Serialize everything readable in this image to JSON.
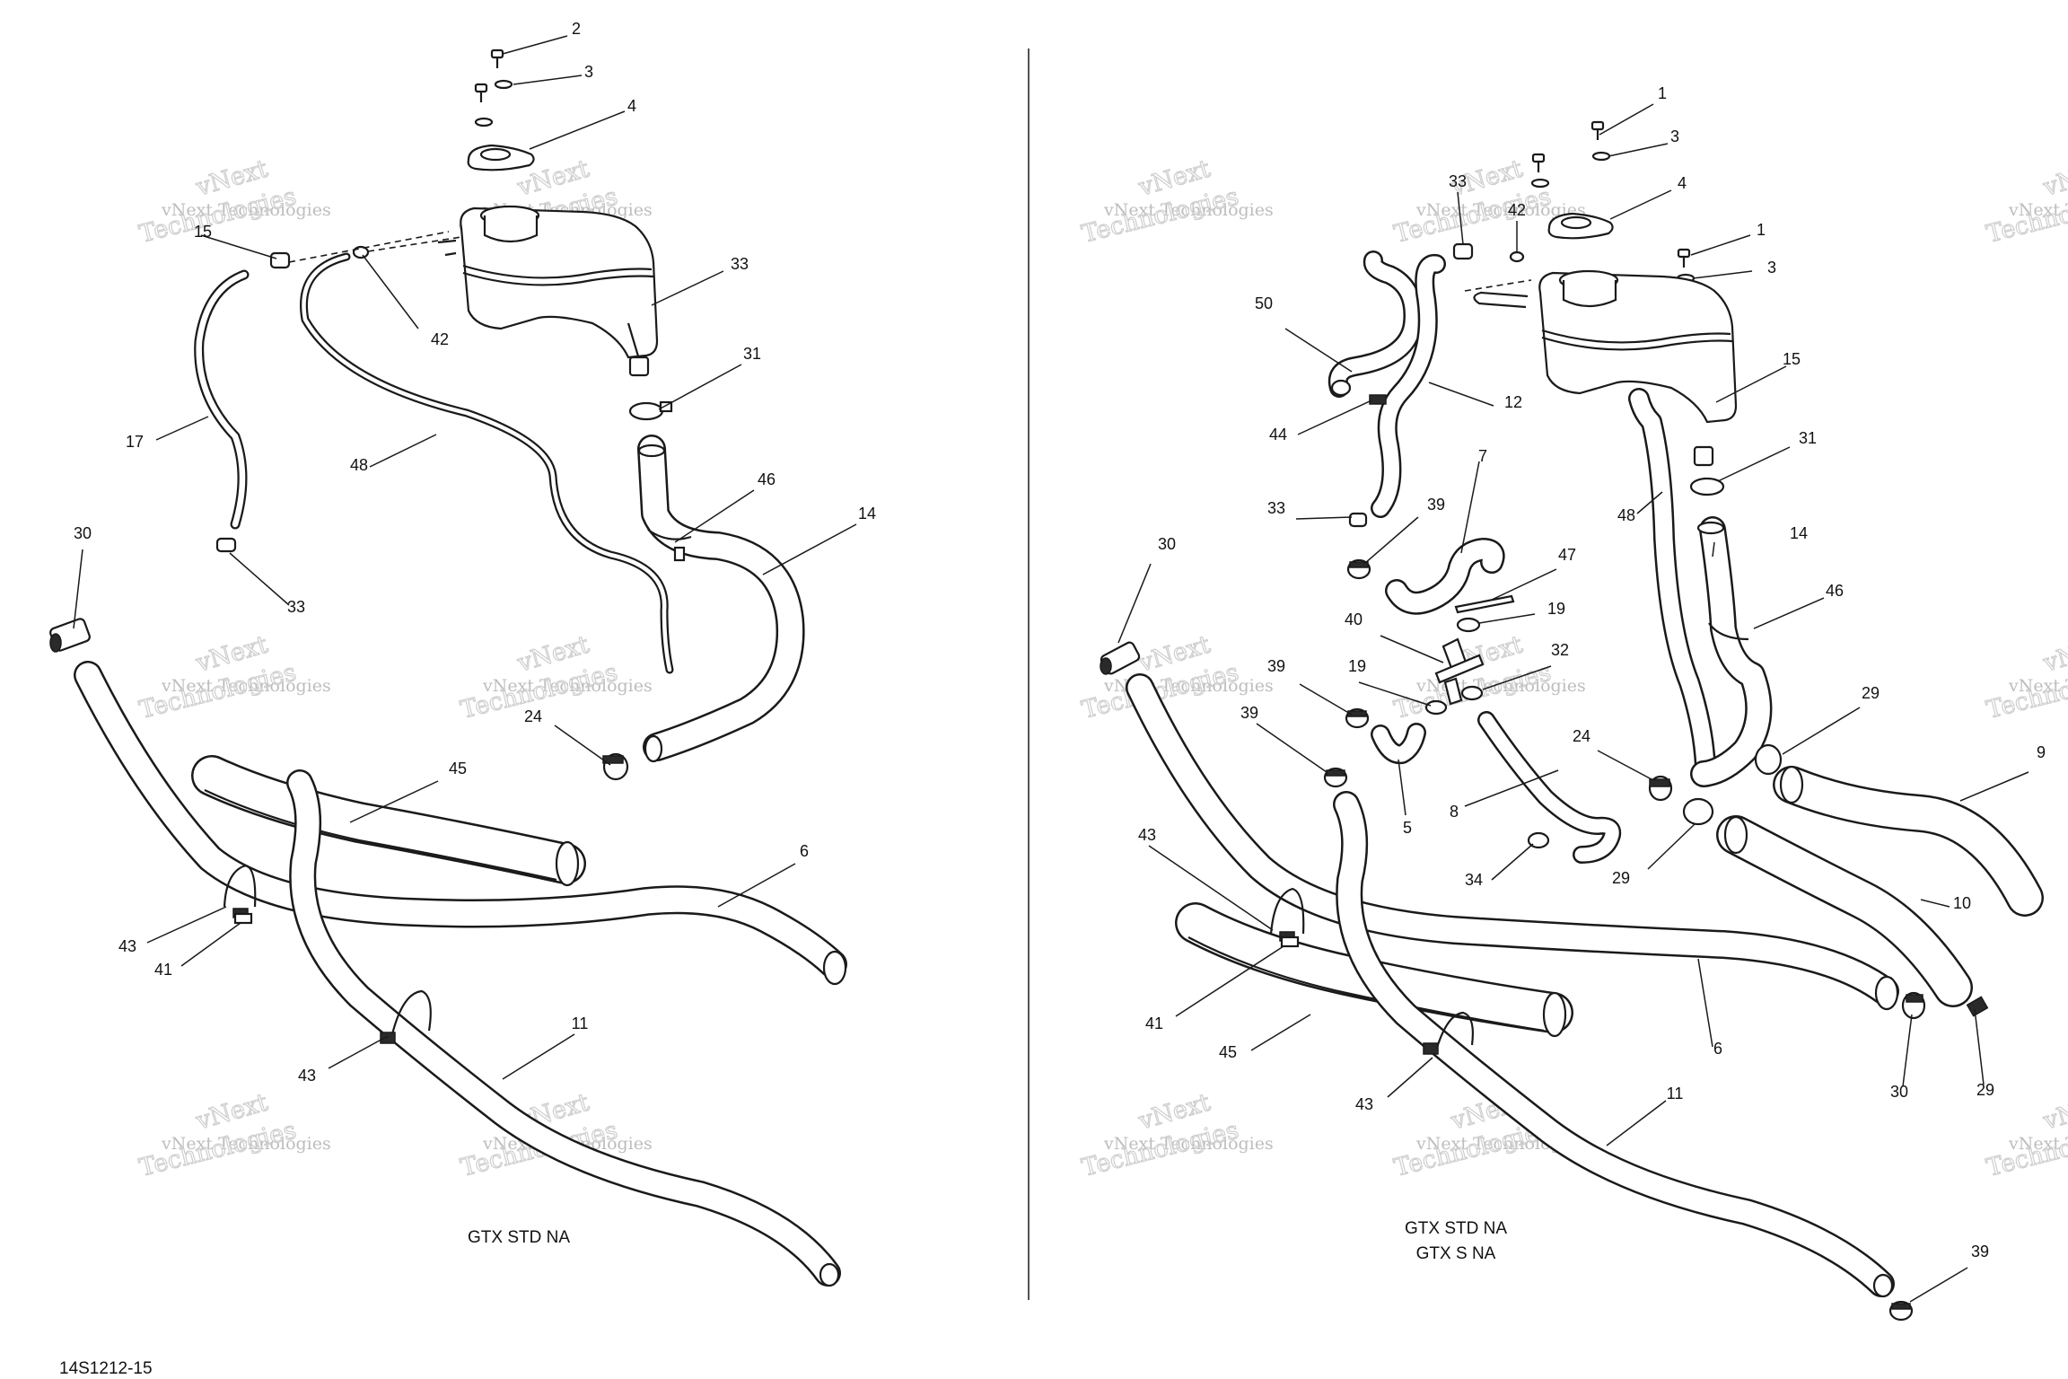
{
  "drawing_id": "14S1212-15",
  "watermark": {
    "line1": "vNext Technologies",
    "line2": "Technologies",
    "line3": "vNext"
  },
  "left_panel": {
    "caption": [
      "GTX STD NA"
    ],
    "callouts": [
      {
        "n": "2"
      },
      {
        "n": "3"
      },
      {
        "n": "4"
      },
      {
        "n": "15"
      },
      {
        "n": "33"
      },
      {
        "n": "42"
      },
      {
        "n": "17"
      },
      {
        "n": "48"
      },
      {
        "n": "31"
      },
      {
        "n": "46"
      },
      {
        "n": "14"
      },
      {
        "n": "30"
      },
      {
        "n": "33"
      },
      {
        "n": "24"
      },
      {
        "n": "45"
      },
      {
        "n": "6"
      },
      {
        "n": "43"
      },
      {
        "n": "41"
      },
      {
        "n": "11"
      },
      {
        "n": "43"
      }
    ]
  },
  "right_panel": {
    "caption": [
      "GTX STD NA",
      "GTX S NA"
    ],
    "callouts": [
      {
        "n": "1"
      },
      {
        "n": "3"
      },
      {
        "n": "33"
      },
      {
        "n": "42"
      },
      {
        "n": "4"
      },
      {
        "n": "1"
      },
      {
        "n": "3"
      },
      {
        "n": "50"
      },
      {
        "n": "12"
      },
      {
        "n": "15"
      },
      {
        "n": "44"
      },
      {
        "n": "31"
      },
      {
        "n": "7"
      },
      {
        "n": "33"
      },
      {
        "n": "39"
      },
      {
        "n": "48"
      },
      {
        "n": "14"
      },
      {
        "n": "30"
      },
      {
        "n": "47"
      },
      {
        "n": "46"
      },
      {
        "n": "19"
      },
      {
        "n": "40"
      },
      {
        "n": "32"
      },
      {
        "n": "39"
      },
      {
        "n": "19"
      },
      {
        "n": "29"
      },
      {
        "n": "39"
      },
      {
        "n": "24"
      },
      {
        "n": "9"
      },
      {
        "n": "5"
      },
      {
        "n": "8"
      },
      {
        "n": "29"
      },
      {
        "n": "43"
      },
      {
        "n": "34"
      },
      {
        "n": "10"
      },
      {
        "n": "41"
      },
      {
        "n": "6"
      },
      {
        "n": "45"
      },
      {
        "n": "30"
      },
      {
        "n": "29"
      },
      {
        "n": "43"
      },
      {
        "n": "11"
      },
      {
        "n": "39"
      }
    ]
  }
}
